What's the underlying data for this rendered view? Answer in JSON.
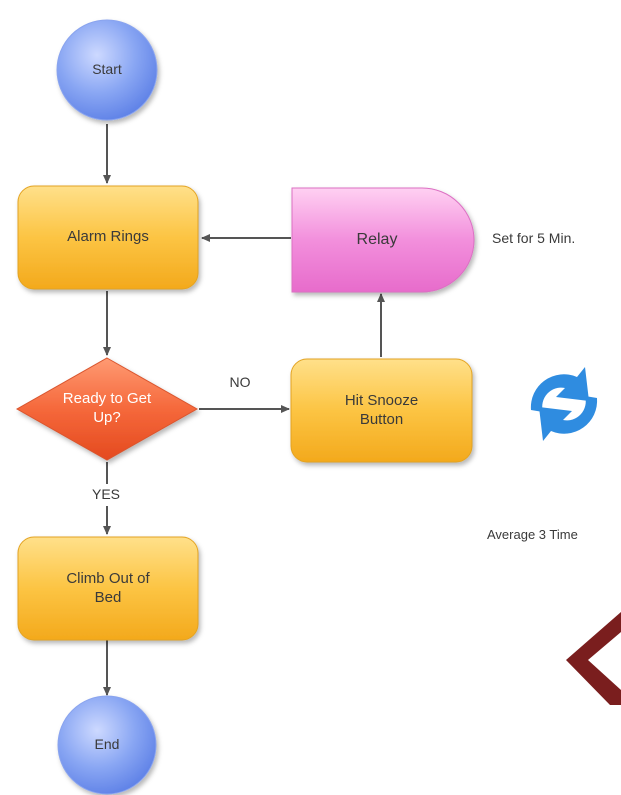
{
  "nodes": {
    "start": "Start",
    "alarm": "Alarm Rings",
    "relay": "Relay",
    "decision": "Ready to Get\nUp?",
    "snooze": "Hit Snooze\nButton",
    "climb": "Climb Out of\nBed",
    "end": "End"
  },
  "edge_labels": {
    "no": "NO",
    "yes": "YES"
  },
  "annotations": {
    "relay_note": "Set for 5 Min.",
    "snooze_note": "Average 3 Time"
  },
  "icons": {
    "repeat": "refresh-arrows-icon",
    "partial_shape": "chevron-shape-icon"
  },
  "colors": {
    "circle": "#7f9ff0",
    "process": "#f8bf3c",
    "relay": "#ef7ad4",
    "decision": "#f25a2c",
    "connector": "#555555",
    "repeat_icon": "#2f8ce0",
    "partial_shape": "#7a1e1e"
  }
}
